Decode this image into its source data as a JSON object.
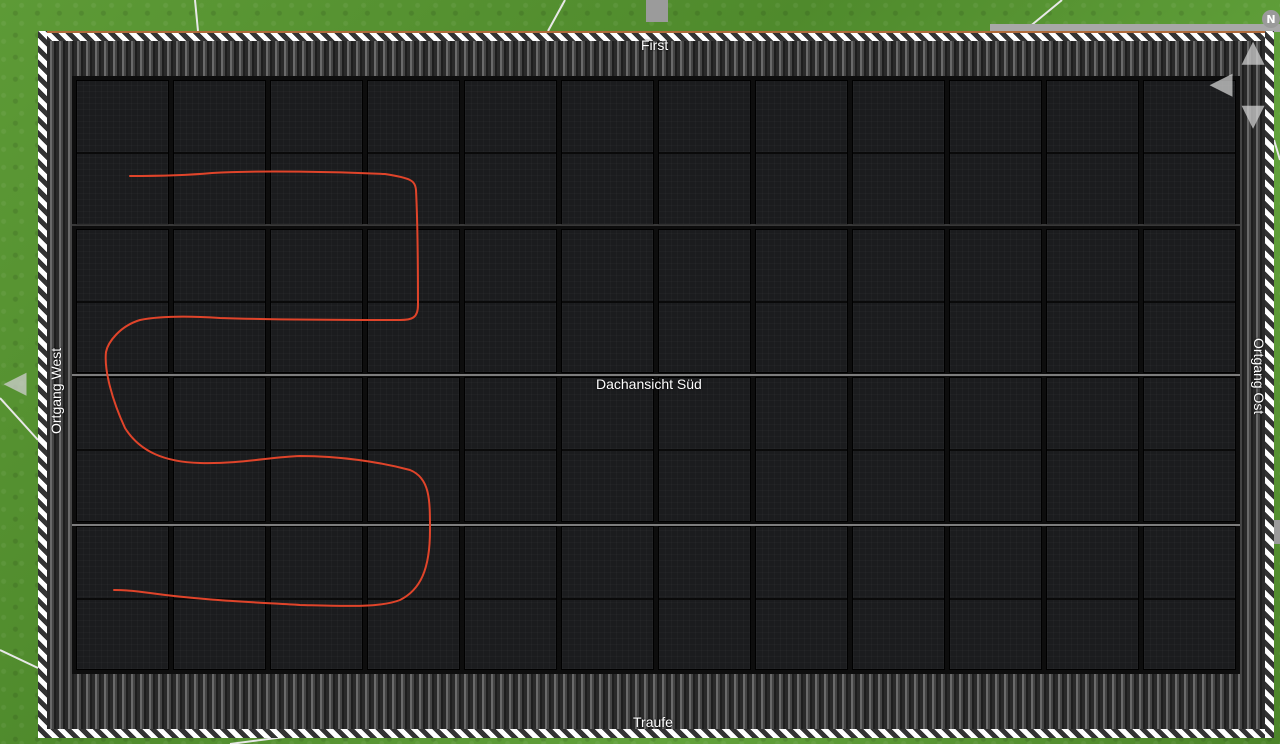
{
  "view": {
    "title": "Dachansicht Süd",
    "edge_top": "First",
    "edge_bottom": "Traufe",
    "edge_left": "Ortgang West",
    "edge_right": "Ortgang Ost",
    "compass": "N"
  },
  "panel_grid": {
    "columns": 12,
    "rows": 8
  },
  "colors": {
    "annotation_stroke": "#e0442a",
    "module_fill": "#1b1c1e",
    "grass": "#5a9632"
  },
  "icons": {
    "nav_left": "arrow-left-icon",
    "nav_up": "arrow-up-icon",
    "nav_down": "arrow-down-icon",
    "nav_left_page": "arrow-left-icon"
  }
}
